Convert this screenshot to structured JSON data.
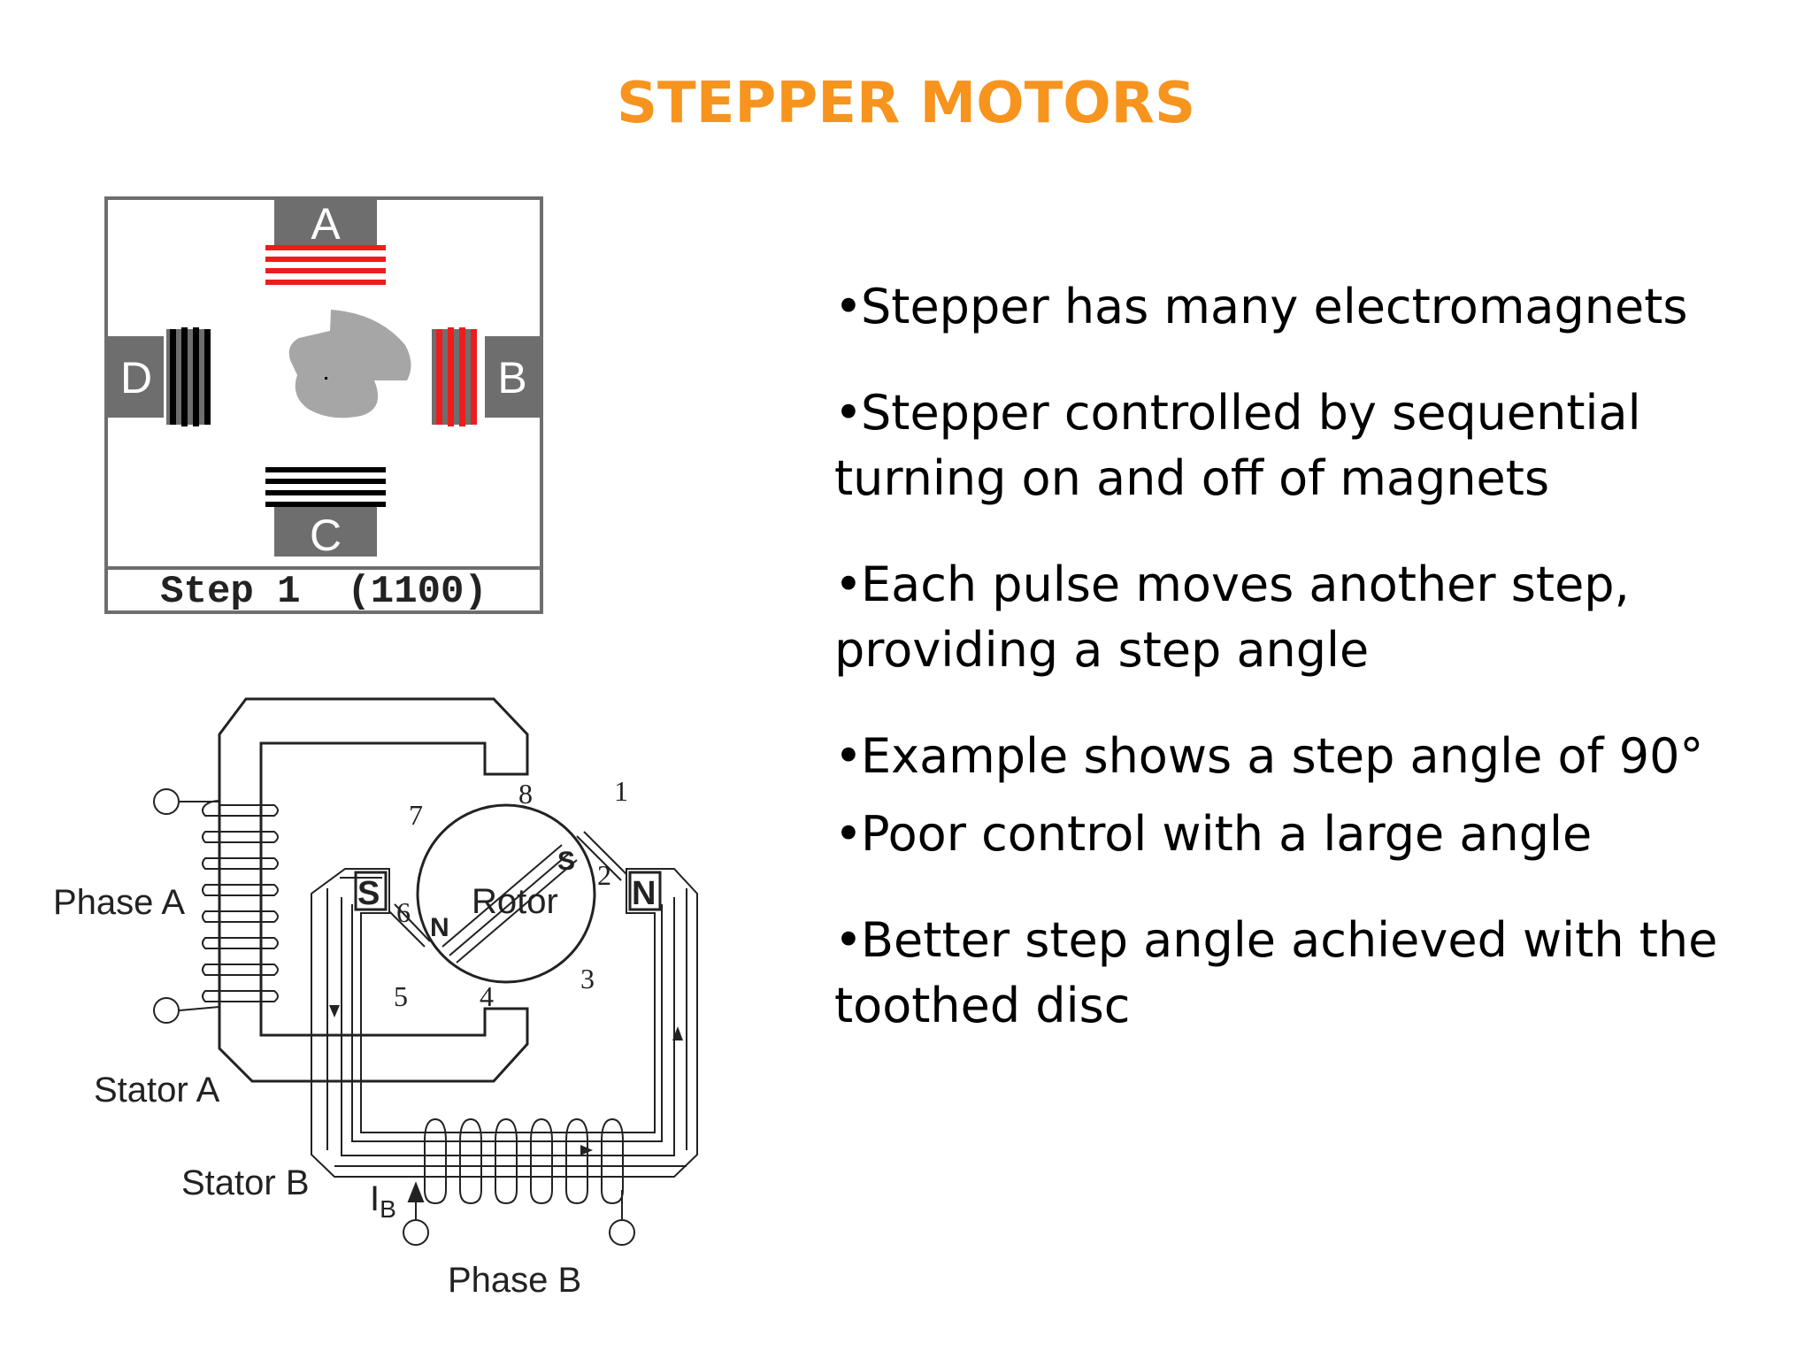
{
  "slide": {
    "title": "STEPPER MOTORS"
  },
  "animation_figure": {
    "labels": {
      "a": "A",
      "b": "B",
      "c": "C",
      "d": "D"
    },
    "step_caption": "Step 1  (1100)",
    "colors": {
      "active_coil": "#ee1c1c",
      "inactive_coil": "#000000",
      "pole": "#6e6e6e",
      "rotor": "#a6a6a6"
    }
  },
  "motor_diagram": {
    "labels": {
      "phase_a": "Phase A",
      "phase_b": "Phase B",
      "stator_a": "Stator A",
      "stator_b": "Stator B",
      "current_b_letter": "I",
      "current_b_sub": "B",
      "rotor": "Rotor",
      "north": "N",
      "south": "S",
      "n1": "1",
      "n2": "2",
      "n3": "3",
      "n4": "4",
      "n5": "5",
      "n6": "6",
      "n7": "7",
      "n8": "8"
    }
  },
  "bullets": [
    {
      "marker": "•",
      "text": "Stepper has many electromagnets"
    },
    {
      "marker": "•",
      "text": "Stepper controlled by sequential turning on and off of magnets"
    },
    {
      "marker": "•",
      "text": "Each pulse moves another step, providing a step angle"
    },
    {
      "marker": "•",
      "text": "Example shows a step angle of 90°"
    },
    {
      "marker": "•",
      "text": "Poor control with a large angle"
    },
    {
      "marker": "•",
      "text": "Better step angle achieved with the toothed disc"
    }
  ]
}
